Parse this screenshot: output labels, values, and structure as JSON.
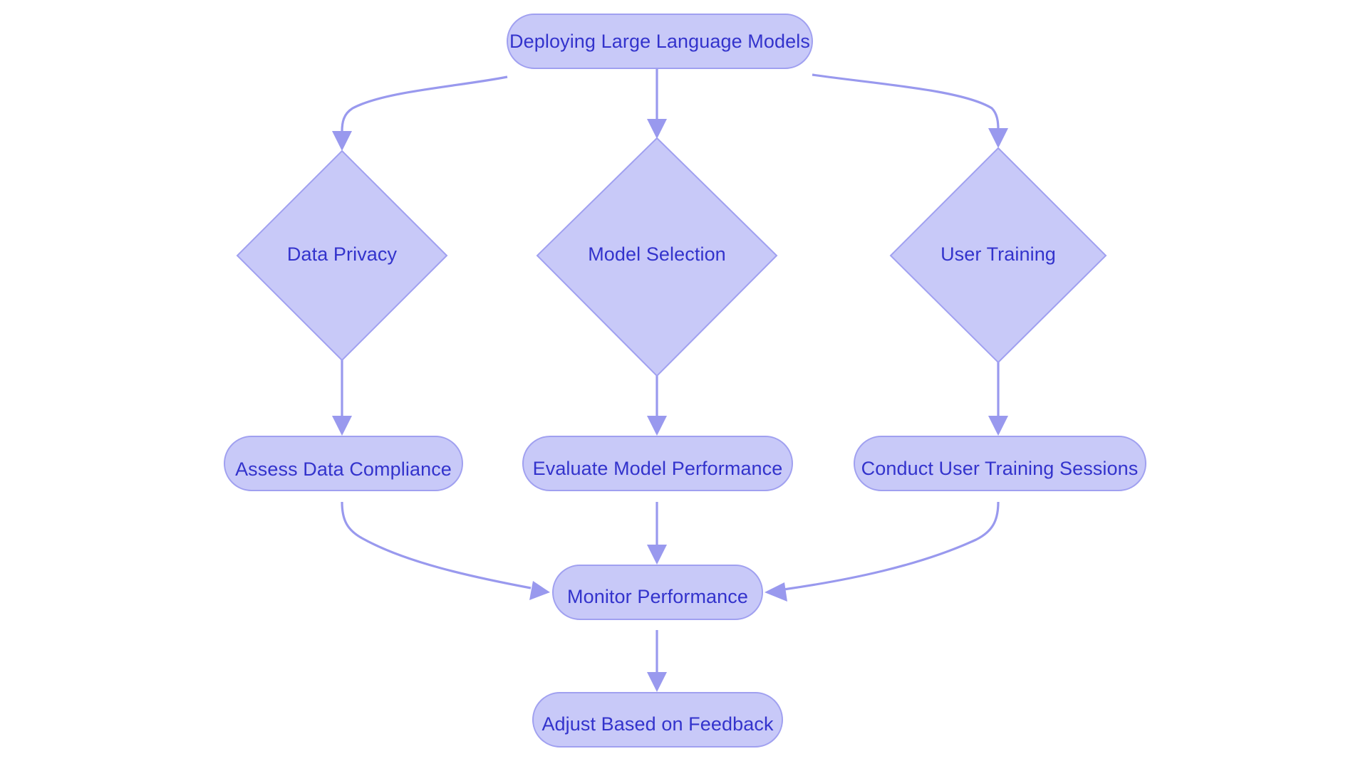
{
  "diagram": {
    "title": "Deploying Large Language Models Flowchart",
    "type": "flowchart",
    "background_color": "#ffffff",
    "node_fill_color": "#c8c9f8",
    "node_stroke_color": "#a0a0f0",
    "node_text_color": "#3333cc",
    "edge_color": "#9999ee"
  },
  "nodes": {
    "root": {
      "label": "Deploying Large Language Models",
      "shape": "stadium"
    },
    "decision_data_privacy": {
      "label": "Data Privacy",
      "shape": "diamond"
    },
    "decision_model_selection": {
      "label": "Model Selection",
      "shape": "diamond"
    },
    "decision_user_training": {
      "label": "User Training",
      "shape": "diamond"
    },
    "action_assess_data_compliance": {
      "label": "Assess Data Compliance",
      "shape": "stadium"
    },
    "action_evaluate_model_performance": {
      "label": "Evaluate Model Performance",
      "shape": "stadium"
    },
    "action_conduct_user_training_sessions": {
      "label": "Conduct User Training Sessions",
      "shape": "stadium"
    },
    "action_monitor_performance": {
      "label": "Monitor Performance",
      "shape": "stadium"
    },
    "action_adjust_based_on_feedback": {
      "label": "Adjust Based on Feedback",
      "shape": "stadium"
    }
  },
  "edges": [
    {
      "from": "Deploying Large Language Models",
      "to": "Data Privacy"
    },
    {
      "from": "Deploying Large Language Models",
      "to": "Model Selection"
    },
    {
      "from": "Deploying Large Language Models",
      "to": "User Training"
    },
    {
      "from": "Data Privacy",
      "to": "Assess Data Compliance"
    },
    {
      "from": "Model Selection",
      "to": "Evaluate Model Performance"
    },
    {
      "from": "User Training",
      "to": "Conduct User Training Sessions"
    },
    {
      "from": "Assess Data Compliance",
      "to": "Monitor Performance"
    },
    {
      "from": "Evaluate Model Performance",
      "to": "Monitor Performance"
    },
    {
      "from": "Conduct User Training Sessions",
      "to": "Monitor Performance"
    },
    {
      "from": "Monitor Performance",
      "to": "Adjust Based on Feedback"
    }
  ]
}
